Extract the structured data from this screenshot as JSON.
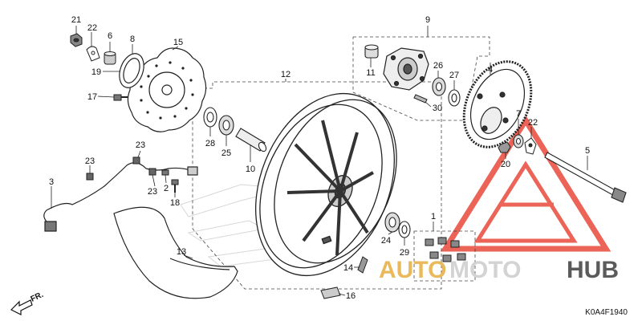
{
  "diagram_code": "K0A4F1940",
  "direction_marker": "FR.",
  "watermark": {
    "part1": "AUTO",
    "part2": "MOTO",
    "part3": "HUB",
    "accent_color": "#e8b24a",
    "triangle_color": "#e84a3a"
  },
  "callouts": {
    "c1": "1",
    "c2": "2",
    "c3": "3",
    "c4": "4",
    "c5": "5",
    "c6": "6",
    "c7": "7",
    "c8": "8",
    "c9": "9",
    "c10": "10",
    "c11": "11",
    "c12": "12",
    "c13": "13",
    "c14": "14",
    "c15": "15",
    "c16": "16",
    "c17": "17",
    "c18": "18",
    "c19": "19",
    "c20": "20",
    "c21": "21",
    "c22a": "22",
    "c22b": "22",
    "c23a": "23",
    "c23b": "23",
    "c23c": "23",
    "c24": "24",
    "c25": "25",
    "c26": "26",
    "c27": "27",
    "c28": "28",
    "c29": "29",
    "c30": "30"
  }
}
